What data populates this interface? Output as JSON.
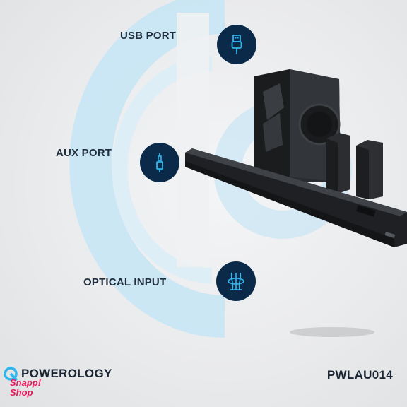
{
  "features": [
    {
      "label": "USB PORT",
      "icon": "usb-icon"
    },
    {
      "label": "AUX PORT",
      "icon": "aux-jack-icon"
    },
    {
      "label": "OPTICAL INPUT",
      "icon": "optical-cable-icon"
    }
  ],
  "brand": {
    "name": "POWEROLOGY",
    "logo_icon": "powerology-logo-icon"
  },
  "model": "PWLAU014",
  "watermark": {
    "line1": "Snapp!",
    "line2": "Shop"
  },
  "colors": {
    "icon_bg": "#0b2a4a",
    "icon_line": "#2fb7ee",
    "decor_blue": "#b9dff3",
    "text_dark": "#1f2d3d",
    "watermark": "#e6195a"
  }
}
